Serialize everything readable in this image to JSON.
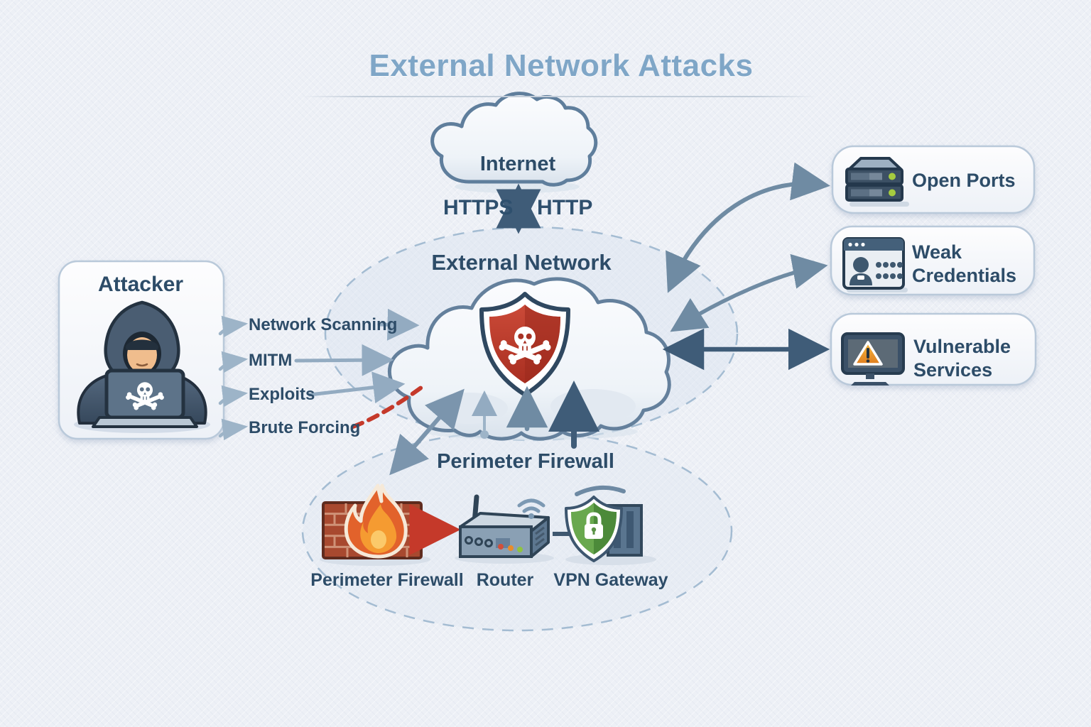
{
  "title": "External Network Attacks",
  "internet": {
    "label": "Internet",
    "protocol_left": "HTTPS",
    "protocol_right": "HTTP"
  },
  "zones": {
    "external_network": {
      "label": "External Network"
    },
    "perimeter": {
      "label": "Perimeter Firewall"
    }
  },
  "attacker": {
    "label": "Attacker",
    "icon": "hooded-attacker-laptop-skull-icon",
    "attacks": [
      {
        "label": "Network Scanning"
      },
      {
        "label": "MITM"
      },
      {
        "label": "Exploits"
      },
      {
        "label": "Brute Forcing"
      }
    ]
  },
  "targets": [
    {
      "icon": "server-icon",
      "lines": [
        "Open Ports"
      ]
    },
    {
      "icon": "login-window-icon",
      "lines": [
        "Weak",
        "Credentials"
      ]
    },
    {
      "icon": "monitor-warning-icon",
      "lines": [
        "Vulnerable",
        "Services"
      ]
    }
  ],
  "perimeter_devices": [
    {
      "icon": "firewall-brick-flame-icon",
      "label": "Perimeter Firewall"
    },
    {
      "icon": "router-icon",
      "label": "Router"
    },
    {
      "icon": "vpn-shield-lock-icon",
      "label": "VPN Gateway"
    }
  ],
  "colors": {
    "title": "#7fa6c7",
    "text_dark": "#2d4c68",
    "arrow_light": "#93abc1",
    "arrow_medium": "#6f8ba3",
    "arrow_dark": "#3f5c78",
    "danger_red": "#c5392a",
    "shield_red": "#b9382b",
    "vpn_green": "#69a84e",
    "warning_amber": "#f0a32c",
    "dashed_zone": "#a4bcd2"
  }
}
